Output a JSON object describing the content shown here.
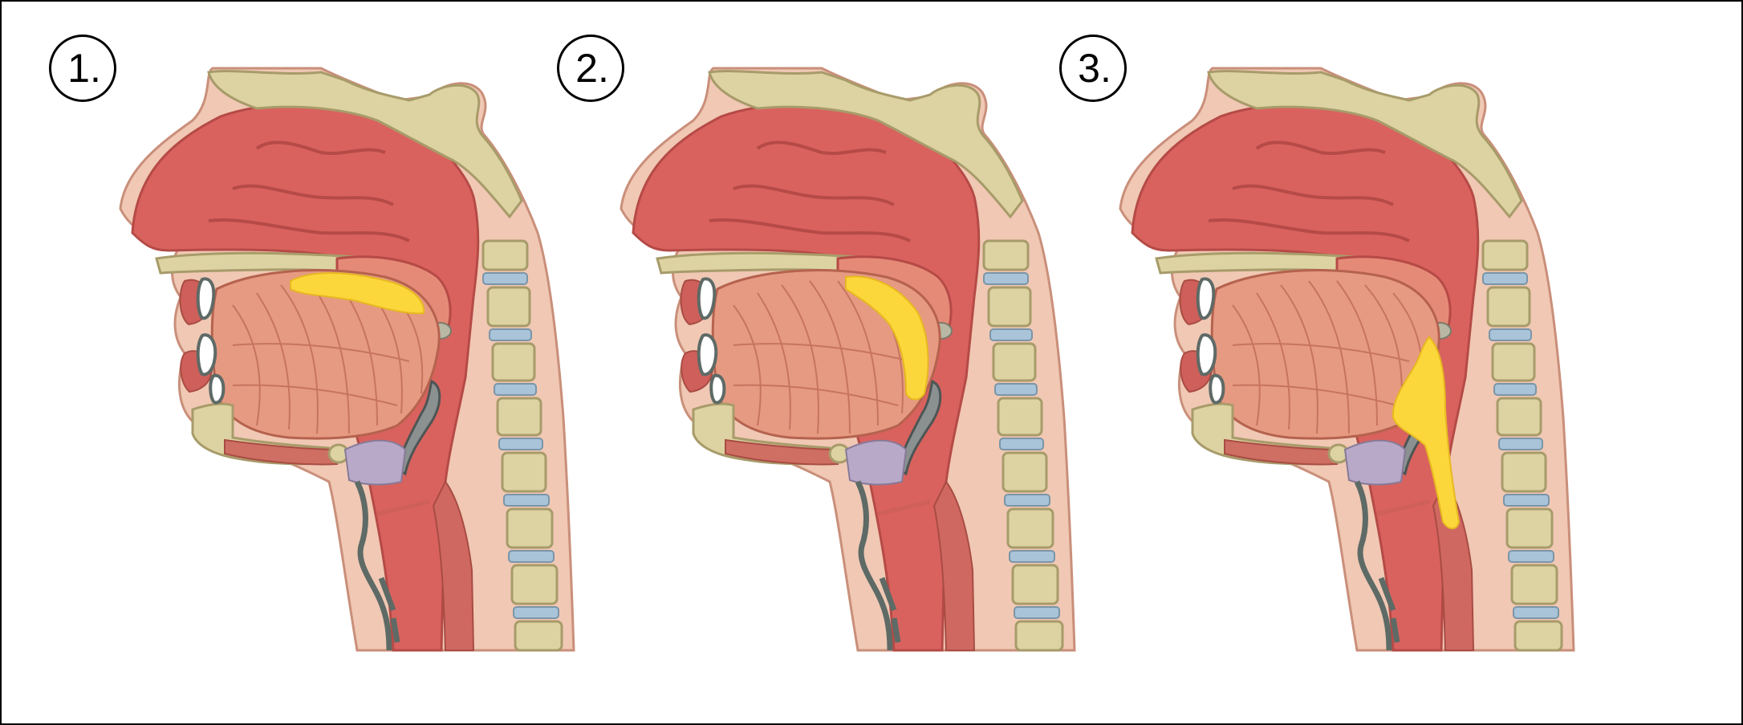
{
  "panels": [
    {
      "label": "1."
    },
    {
      "label": "2."
    },
    {
      "label": "3."
    }
  ],
  "colors": {
    "border": "#000000",
    "skin": "#f0c8b4",
    "cavity": "#d9625e",
    "tongue": "#e69a82",
    "bone": "#ddd3a2",
    "cartilage": "#a9c4d8",
    "teeth": "#ffffff",
    "highlight": "#fcd73b"
  }
}
